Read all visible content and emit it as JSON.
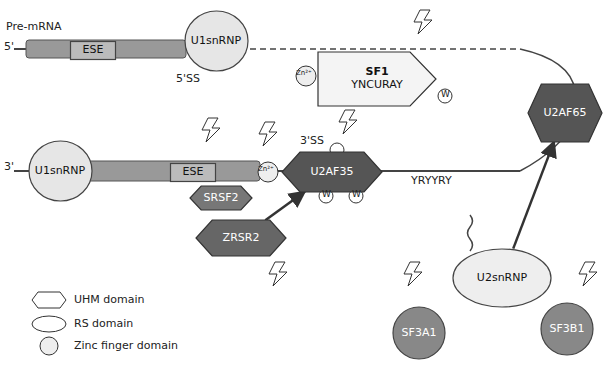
{
  "diagram": {
    "nodes": [
      {
        "text": [
          "U1snRNP"
        ]
      },
      {
        "text": [
          "ESE"
        ]
      },
      {
        "text": [
          "SF1",
          "YNCURAY"
        ]
      },
      {
        "text": [
          "U2AF65"
        ]
      },
      {
        "text": [
          "ESE"
        ]
      },
      {
        "text": [
          "U1snRNP"
        ]
      },
      {
        "text": [
          "SRSF2"
        ]
      },
      {
        "text": [
          "U2AF35"
        ]
      },
      {
        "text": [
          "ZRSR2"
        ]
      },
      {
        "text": [
          "U2snRNP"
        ]
      },
      {
        "text": [
          "SF3A1"
        ]
      },
      {
        "text": [
          "SF3B1"
        ]
      }
    ],
    "edges": [
      {
        "from": 8,
        "to": 7,
        "arrow": "to"
      },
      {
        "from": 9,
        "to": 3,
        "arrow": "to"
      }
    ],
    "labels": [
      "Pre-mRNA",
      "5'",
      "5'SS",
      "3'",
      "3'SS",
      "YRYYRY",
      "Zn²⁺",
      "Zn²⁺",
      "W",
      "W",
      "W"
    ],
    "legend": [
      {
        "text": "UHM domain"
      },
      {
        "text": "RS domain"
      },
      {
        "text": "Zinc finger domain"
      }
    ]
  }
}
